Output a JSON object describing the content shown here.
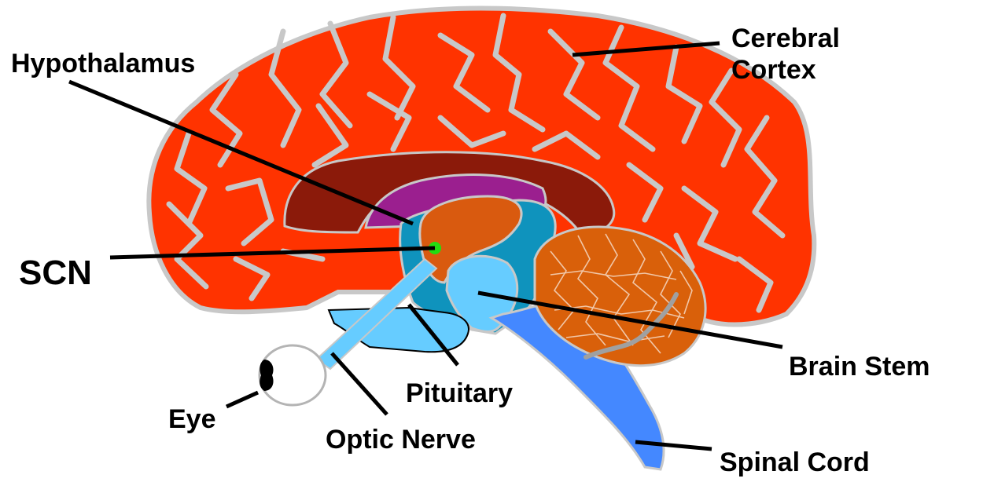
{
  "labels": {
    "cerebral_cortex_line1": "Cerebral",
    "cerebral_cortex_line2": "Cortex",
    "hypothalamus": "Hypothalamus",
    "scn": "SCN",
    "brain_stem": "Brain Stem",
    "pituitary": "Pituitary",
    "eye": "Eye",
    "optic_nerve": "Optic Nerve",
    "spinal_cord": "Spinal Cord"
  },
  "colors": {
    "cortex": "#ff3300",
    "cortex_outline": "#c8c8c8",
    "corpus_callosum": "#8b1a0a",
    "thalamus": "#9b1f8f",
    "hypothalamus_region": "#d95a0f",
    "midbrain": "#0f93bd",
    "brain_stem": "#66ccff",
    "spinal_cord": "#4488ff",
    "cerebellum": "#d9600a",
    "pituitary": "#66ccff",
    "optic_nerve": "#66ccff",
    "scn_dot": "#22dd11",
    "eye_white": "#ffffff",
    "pupil": "#000000"
  }
}
